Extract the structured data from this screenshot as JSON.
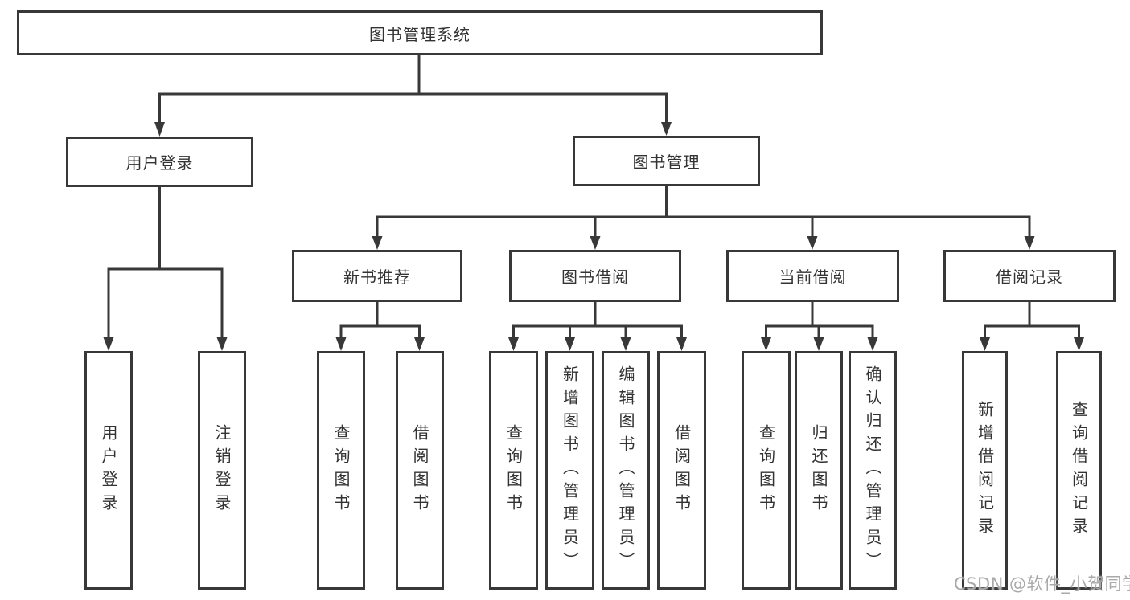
{
  "tree": {
    "root": "图书管理系统",
    "children": [
      {
        "label": "用户登录",
        "children": [
          "用户登录",
          "注销登录"
        ]
      },
      {
        "label": "图书管理",
        "children": [
          {
            "label": "新书推荐",
            "children": [
              "查询图书",
              "借阅图书"
            ]
          },
          {
            "label": "图书借阅",
            "children": [
              "查询图书",
              "新增图书（管理员）",
              "编辑图书（管理员）",
              "借阅图书"
            ]
          },
          {
            "label": "当前借阅",
            "children": [
              "查询图书",
              "归还图书",
              "确认归还（管理员）"
            ]
          },
          {
            "label": "借阅记录",
            "children": [
              "新增借阅记录",
              "查询借阅记录"
            ]
          }
        ]
      }
    ]
  },
  "watermark": {
    "text": "CSDN @软件_小贺同学"
  },
  "colors": {
    "line": "#383838",
    "text": "#333333",
    "watermark": "#a9a9a9",
    "background": "#ffffff"
  }
}
